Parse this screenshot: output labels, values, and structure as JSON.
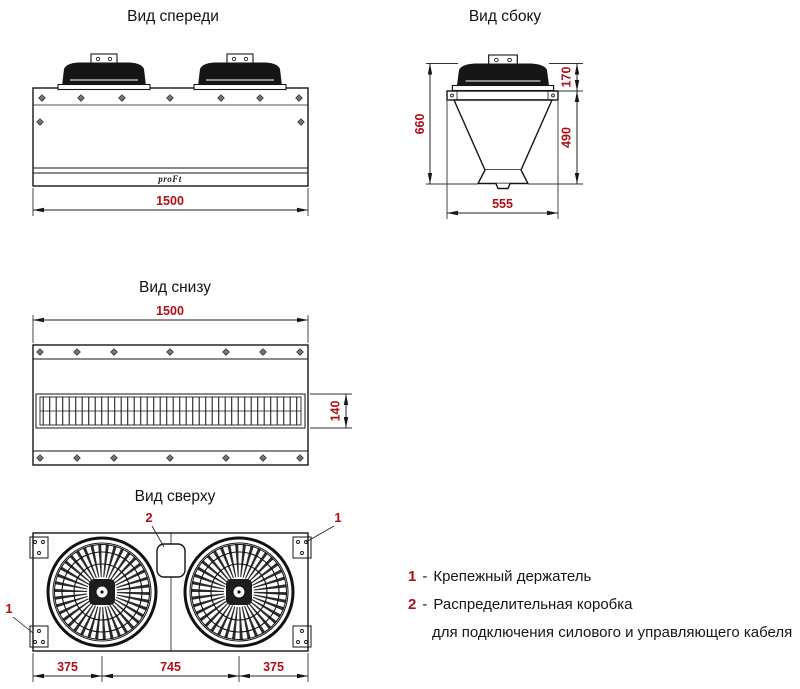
{
  "colors": {
    "line": "#161616",
    "dimension_text": "#b01015",
    "callout": "#b01015",
    "background": "#ffffff"
  },
  "views": {
    "front": {
      "title": "Вид спереди",
      "logo": "proFt",
      "dim_width": "1500"
    },
    "side": {
      "title": "Вид сбоку",
      "dim_total_height": "660",
      "dim_motor_height": "170",
      "dim_body_height": "490",
      "dim_width": "555"
    },
    "bottom": {
      "title": "Вид снизу",
      "dim_width": "1500",
      "dim_grille_height": "140"
    },
    "top": {
      "title": "Вид сверху",
      "dim_left": "375",
      "dim_center": "745",
      "dim_right": "375",
      "callout_bracket": "1",
      "callout_box": "2"
    }
  },
  "legend": {
    "separator": "-",
    "items": [
      {
        "num": "1",
        "text": "Крепежный держатель"
      },
      {
        "num": "2",
        "text": "Распределительная коробка",
        "text2": "для подключения силового и управляющего кабеля"
      }
    ]
  }
}
